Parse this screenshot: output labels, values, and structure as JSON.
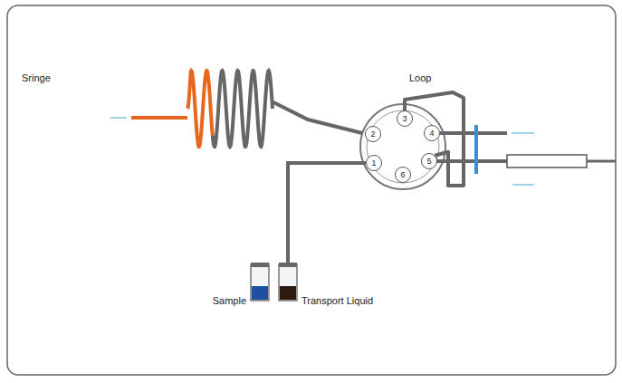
{
  "diagram": {
    "nodes": [
      {
        "text": [
          "2"
        ]
      },
      {
        "text": [
          "3"
        ]
      },
      {
        "text": [
          "4"
        ]
      },
      {
        "text": [
          "1"
        ]
      },
      {
        "text": [
          "6"
        ]
      },
      {
        "text": [
          "5"
        ]
      }
    ],
    "edges": [
      {
        "from": 1,
        "to": 5,
        "arrow": "none"
      }
    ],
    "labels": [
      "Sringe",
      "Loop",
      "Sample",
      "Transport Liquid"
    ]
  }
}
